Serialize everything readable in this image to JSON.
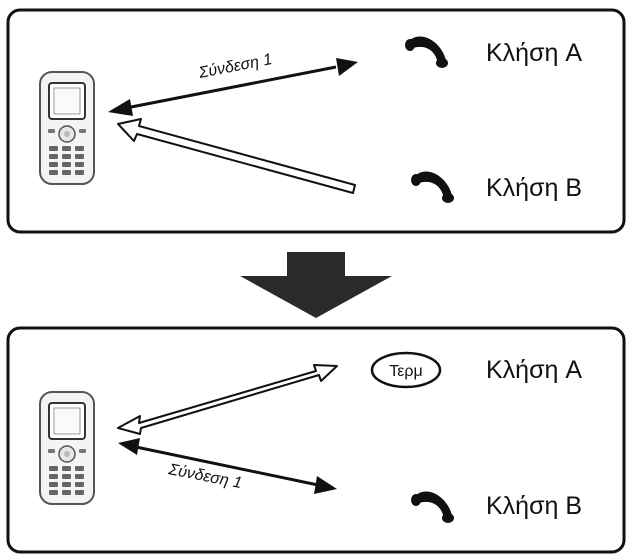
{
  "top_panel": {
    "call_a": "Κλήση A",
    "call_b": "Κλήση B",
    "connection": "Σύνδεση 1",
    "call_a_status": "active",
    "call_b_status": "on hold"
  },
  "transition": {
    "arrow": "down"
  },
  "bottom_panel": {
    "call_a": "Κλήση A",
    "call_b": "Κλήση B",
    "connection": "Σύνδεση 1",
    "end_button": "Τερμ",
    "call_a_status": "ended",
    "call_b_status": "active"
  },
  "icons": {
    "phone": "mobile-phone-icon",
    "handset": "handset-icon",
    "end": "end-call-button"
  },
  "colors": {
    "ink": "#111111",
    "phone_body": "#f4f4f4",
    "background": "#ffffff"
  }
}
